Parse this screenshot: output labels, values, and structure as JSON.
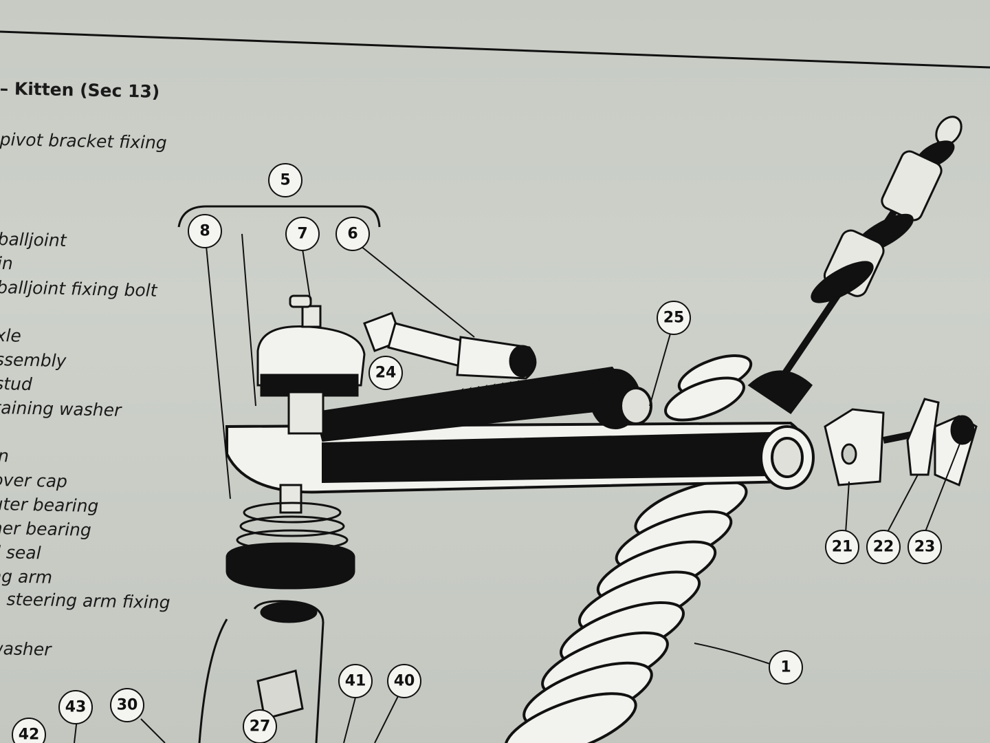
{
  "header": {
    "caption": "– Kitten (Sec 13)"
  },
  "legend": {
    "lines": [
      "pivot bracket fixing",
      "balljoint",
      "in",
      "balljoint fixing bolt",
      "xle",
      "ssembly",
      "stud",
      "taining washer",
      "in",
      "over cap",
      "uter bearing",
      "ner bearing",
      "il seal",
      "ng arm",
      "r, steering arm fixing",
      "washer"
    ]
  },
  "callouts": {
    "c5": "5",
    "c8": "8",
    "c7": "7",
    "c6": "6",
    "c24": "24",
    "c25": "25",
    "c21": "21",
    "c22": "22",
    "c23": "23",
    "c1": "1",
    "c41": "41",
    "c40": "40",
    "c43": "43",
    "c30": "30",
    "c42": "42",
    "c27": "27"
  },
  "colors": {
    "ink": "#111111",
    "paper": "#c9cdc6"
  }
}
